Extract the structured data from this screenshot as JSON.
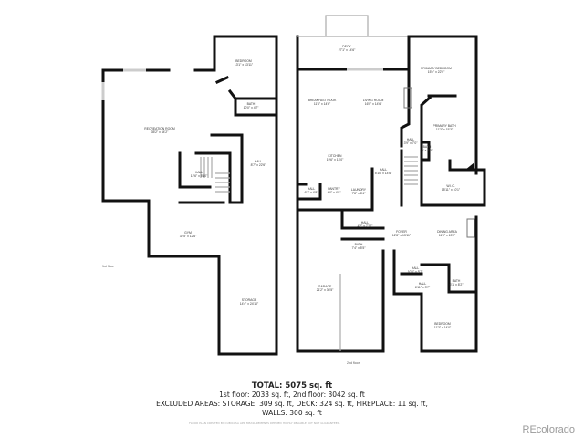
{
  "floors": [
    {
      "label": "1st floor",
      "rooms": [
        {
          "name": "BEDROOM",
          "dims": "13'1\" x 13'11\""
        },
        {
          "name": "BATH",
          "dims": "10'0\" x 4'7\""
        },
        {
          "name": "RECREATION ROOM",
          "dims": "35'2\" x 34'2\""
        },
        {
          "name": "HALL",
          "dims": "8'7\" x 22'6\""
        },
        {
          "name": "HALL",
          "dims": "12'6\" x 5'10\""
        },
        {
          "name": "GYM",
          "dims": "32'5\" x 12'6\""
        },
        {
          "name": "STORAGE",
          "dims": "14'4\" x 24'10\""
        }
      ]
    },
    {
      "label": "2nd floor",
      "rooms": [
        {
          "name": "DECK",
          "dims": "27'1\" x 14'6\""
        },
        {
          "name": "PRIMARY BEDROOM",
          "dims": "15'4\" x 22'0\""
        },
        {
          "name": "BREAKFAST NOOK",
          "dims": "11'6\" x 14'6\""
        },
        {
          "name": "LIVING ROOM",
          "dims": "16'0\" x 14'6\""
        },
        {
          "name": "PRIMARY BATH",
          "dims": "11'3\" x 15'3\""
        },
        {
          "name": "HALL",
          "dims": "3'9\" x 7'0\""
        },
        {
          "name": "BATH",
          "dims": "5' x 3'9\""
        },
        {
          "name": "KITCHEN",
          "dims": "19'6\" x 13'0\""
        },
        {
          "name": "HALL",
          "dims": "5'10\" x 14'6\""
        },
        {
          "name": "HALL",
          "dims": "6'1\" x 4'8\""
        },
        {
          "name": "PANTRY",
          "dims": "4'0\" x 4'8\""
        },
        {
          "name": "LAUNDRY",
          "dims": "7'8\" x 8'4\""
        },
        {
          "name": "W.I.C.",
          "dims": "15'11\" x 10'1\""
        },
        {
          "name": "HALL",
          "dims": "4'2\" x 7'10\""
        },
        {
          "name": "FOYER",
          "dims": "12'8\" x 13'11\""
        },
        {
          "name": "DINING AREA",
          "dims": "11'0\" x 13'3\""
        },
        {
          "name": "BATH",
          "dims": "7'4\" x 5'5\""
        },
        {
          "name": "HALL",
          "dims": "10'0\" x 5'7\""
        },
        {
          "name": "BATH",
          "dims": "6'1\" x 8'2\""
        },
        {
          "name": "HALL",
          "dims": "6'11\" x 3'7\""
        },
        {
          "name": "GARAGE",
          "dims": "21'2\" x 36'5\""
        },
        {
          "name": "BEDROOM",
          "dims": "11'3\" x 14'0\""
        }
      ]
    }
  ],
  "summary": {
    "total": "TOTAL: 5075 sq. ft",
    "floors": "1st floor: 2033 sq. ft, 2nd floor: 3042 sq. ft",
    "excluded": "EXCLUDED AREAS: STORAGE: 309 sq. ft, DECK: 324 sq. ft, FIREPLACE: 11 sq. ft,",
    "walls": "WALLS: 300 sq. ft",
    "disclaimer": "FLOOR PLAN CREATED BY CUBICASA APP. MEASUREMENTS DEEMED HIGHLY RELIABLE BUT NOT GUARANTEED."
  },
  "brand": "REcolorado"
}
